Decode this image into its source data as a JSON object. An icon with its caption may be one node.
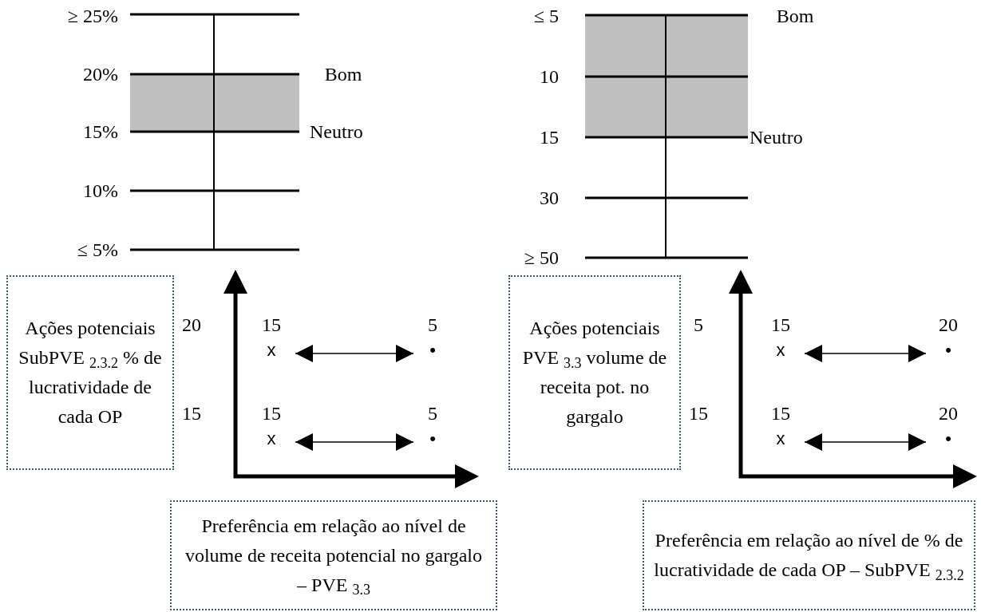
{
  "diagram": {
    "nodes": [
      {
        "text": [
          "Ações potenciais SubPVE $_{2.3.2}$ % de lucratividade de cada OP"
        ]
      },
      {
        "text": [
          "15",
          "x"
        ]
      },
      {
        "text": [
          "5",
          "•"
        ]
      },
      {
        "text": [
          "15",
          "x"
        ]
      },
      {
        "text": [
          "5",
          "•"
        ]
      },
      {
        "text": [
          "Preferência em relação ao nível de volume de receita potencial no gargalo – PVE $_{3.3}$"
        ]
      },
      {
        "text": [
          "Ações potenciais PVE $_{3.3}$ volume de receita pot. no gargalo"
        ]
      },
      {
        "text": [
          "15",
          "x"
        ]
      },
      {
        "text": [
          "20",
          "•"
        ]
      },
      {
        "text": [
          "15",
          "x"
        ]
      },
      {
        "text": [
          "20",
          "•"
        ]
      },
      {
        "text": [
          "Preferência em relação ao nível de % de lucratividade de cada OP – SubPVE $_{2.3.2}$"
        ]
      }
    ],
    "edges": [
      {
        "from": 1,
        "to": 2,
        "arrow": "both"
      },
      {
        "from": 3,
        "to": 4,
        "arrow": "both"
      },
      {
        "from": 7,
        "to": 8,
        "arrow": "both"
      },
      {
        "from": 9,
        "to": 10,
        "arrow": "both"
      }
    ],
    "labels": [
      "≥ 25%",
      "20%",
      "15%",
      "10%",
      "≤ 5%",
      "Bom",
      "Neutro",
      "≤ 5",
      "10",
      "15",
      "30",
      "≥ 50",
      "Bom",
      "Neutro",
      "20",
      "15",
      "5",
      "15"
    ]
  }
}
